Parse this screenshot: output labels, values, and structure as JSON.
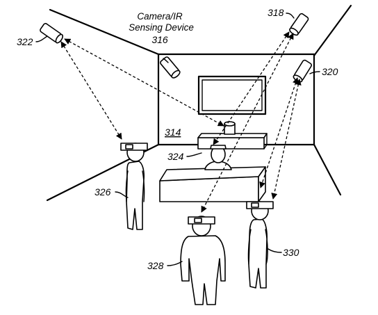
{
  "title_line1": "Camera/IR",
  "title_line2": "Sensing Device",
  "labels": {
    "device_316": "316",
    "camera_318": "318",
    "camera_320": "320",
    "camera_322": "322",
    "display_314": "314",
    "user_324": "324",
    "user_326": "326",
    "user_328": "328",
    "user_330": "330"
  }
}
